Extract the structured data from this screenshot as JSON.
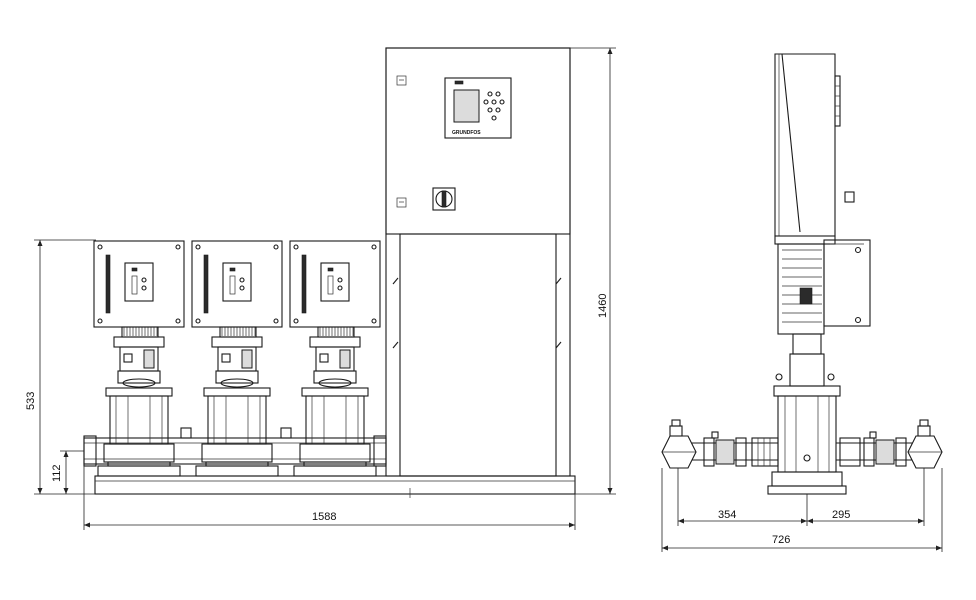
{
  "drawing": {
    "dim_height_total": "1460",
    "dim_height_manifold_assembly": "533",
    "dim_height_pipe_center": "112",
    "dim_length_front": "1588",
    "dim_left_side": "354",
    "dim_right_side": "295",
    "dim_width_side": "726",
    "brand_logo": "GRUNDFOS"
  }
}
